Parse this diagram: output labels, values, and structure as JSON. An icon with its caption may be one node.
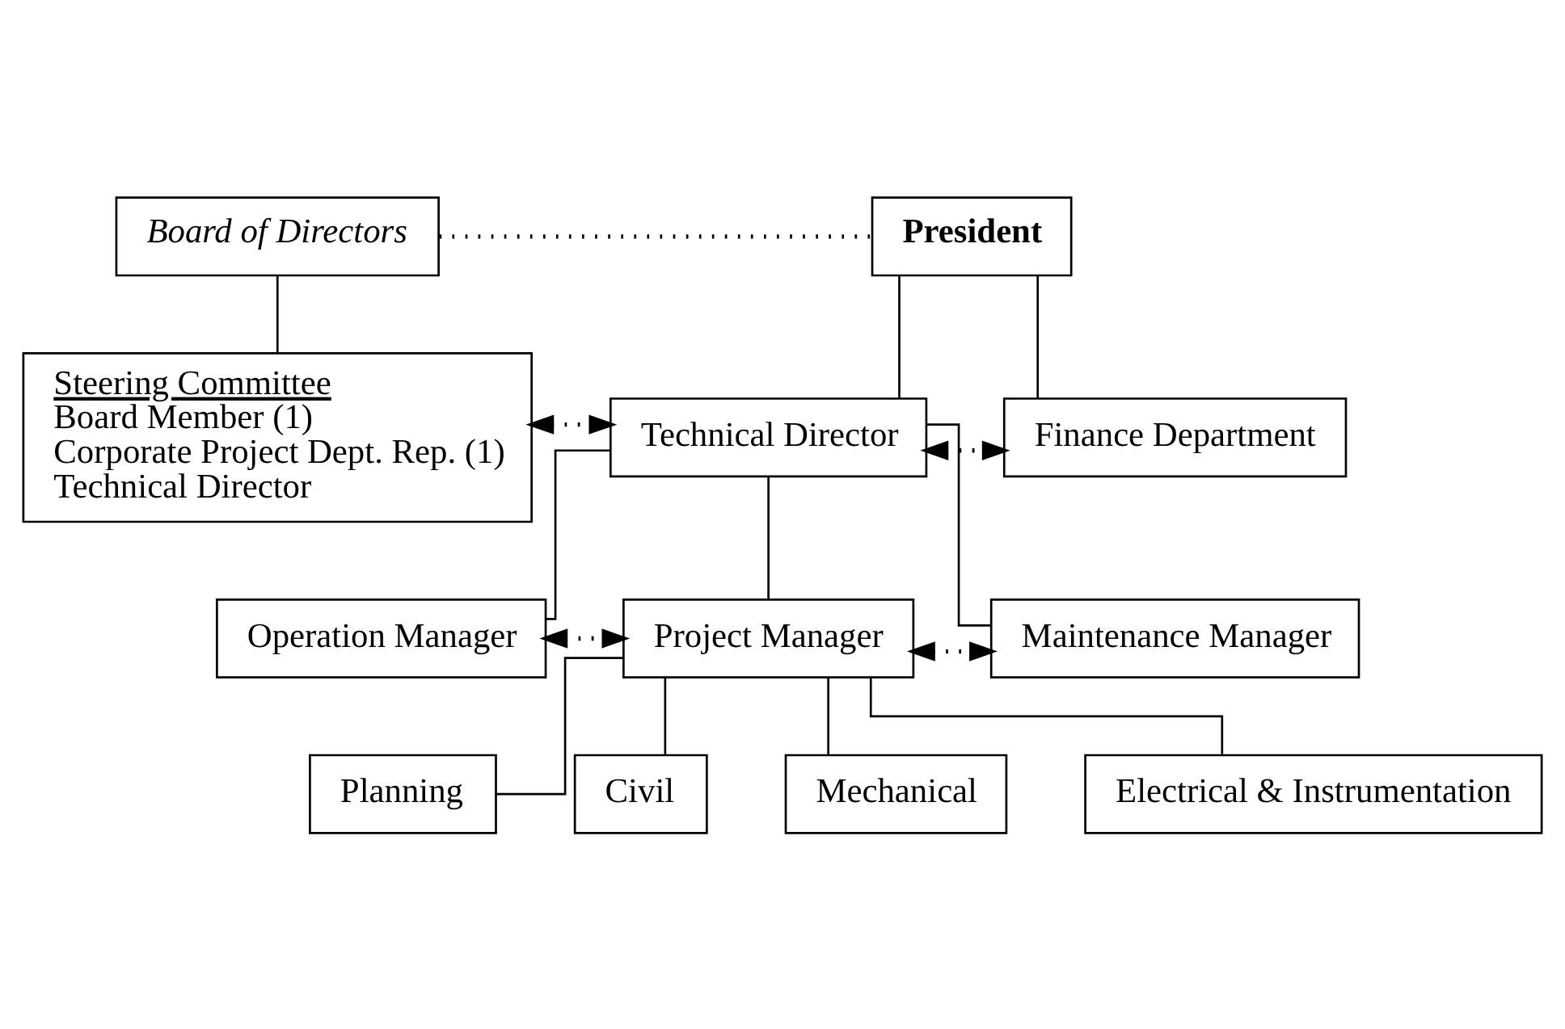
{
  "diagram": {
    "nodes": [
      {
        "text": [
          "Board of Directors"
        ]
      },
      {
        "text": [
          "President"
        ]
      },
      {
        "text": [
          "Steering Committee",
          "Board Member (1)",
          "Corporate Project Dept. Rep. (1)",
          "Technical Director"
        ]
      },
      {
        "text": [
          "Technical Director"
        ]
      },
      {
        "text": [
          "Finance Department"
        ]
      },
      {
        "text": [
          "Operation Manager"
        ]
      },
      {
        "text": [
          "Project Manager"
        ]
      },
      {
        "text": [
          "Maintenance Manager"
        ]
      },
      {
        "text": [
          "Planning"
        ]
      },
      {
        "text": [
          "Civil"
        ]
      },
      {
        "text": [
          "Mechanical"
        ]
      },
      {
        "text": [
          "Electrical & Instrumentation"
        ]
      }
    ],
    "edges": [
      {
        "from": 0,
        "to": 2,
        "arrow": "none"
      },
      {
        "from": 0,
        "to": 1,
        "arrow": "none",
        "style": "dashed"
      },
      {
        "from": 1,
        "to": 3,
        "arrow": "none"
      },
      {
        "from": 1,
        "to": 4,
        "arrow": "none"
      },
      {
        "from": 2,
        "to": 3,
        "arrow": "both",
        "style": "dashed"
      },
      {
        "from": 3,
        "to": 4,
        "arrow": "both",
        "style": "dashed"
      },
      {
        "from": 3,
        "to": 5,
        "arrow": "none"
      },
      {
        "from": 3,
        "to": 6,
        "arrow": "none"
      },
      {
        "from": 3,
        "to": 7,
        "arrow": "none"
      },
      {
        "from": 5,
        "to": 6,
        "arrow": "both",
        "style": "dashed"
      },
      {
        "from": 6,
        "to": 7,
        "arrow": "both",
        "style": "dashed"
      },
      {
        "from": 6,
        "to": 8,
        "arrow": "none"
      },
      {
        "from": 6,
        "to": 9,
        "arrow": "none"
      },
      {
        "from": 6,
        "to": 10,
        "arrow": "none"
      },
      {
        "from": 6,
        "to": 11,
        "arrow": "none"
      }
    ]
  }
}
